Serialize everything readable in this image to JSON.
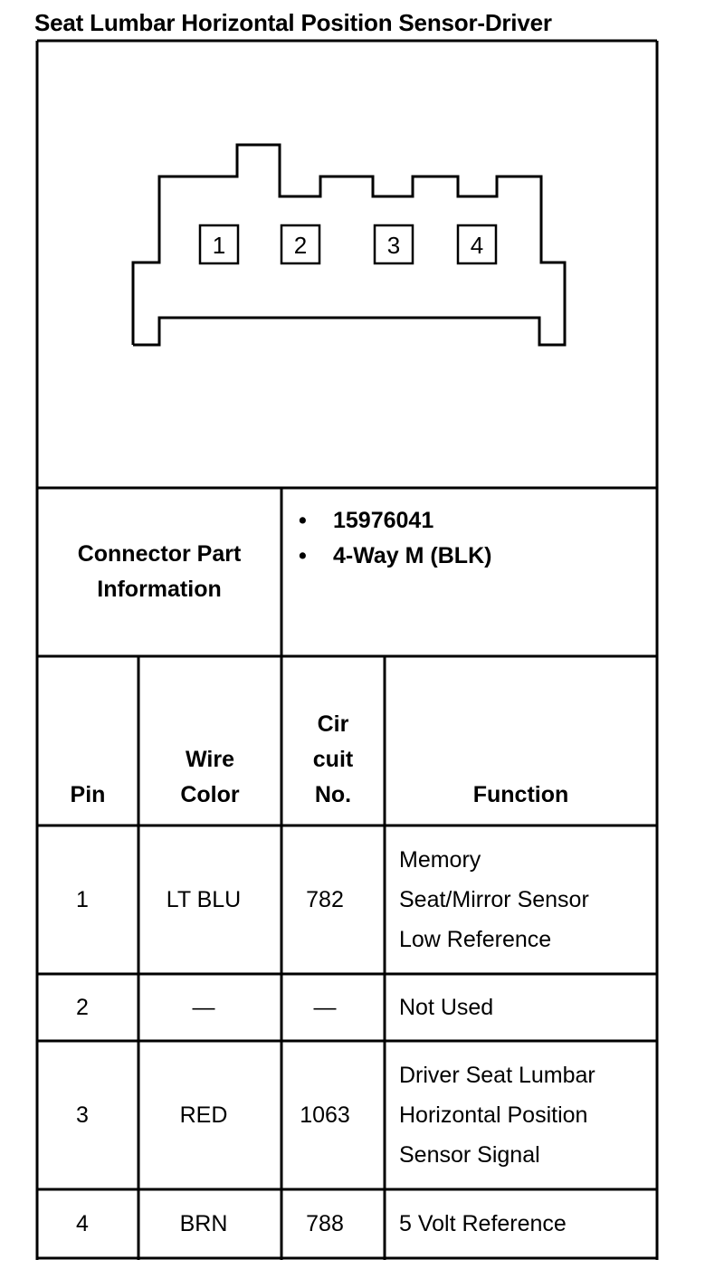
{
  "title": "Seat Lumbar Horizontal Position Sensor-Driver",
  "connector_diagram": {
    "pin_labels": [
      "1",
      "2",
      "3",
      "4"
    ]
  },
  "connector_part_info": {
    "label_line1": "Connector Part",
    "label_line2": "Information",
    "items": [
      "15976041",
      "4-Way M (BLK)"
    ],
    "bullet": "•"
  },
  "table": {
    "headers": {
      "pin": "Pin",
      "wire_color": [
        "Wire",
        "Color"
      ],
      "circuit": [
        "Cir",
        "cuit",
        "No."
      ],
      "function": "Function"
    },
    "rows": [
      {
        "pin": "1",
        "wire_color": "LT BLU",
        "circuit": "782",
        "function": [
          "Memory",
          "Seat/Mirror Sensor",
          "Low Reference"
        ]
      },
      {
        "pin": "2",
        "wire_color": "—",
        "circuit": "—",
        "function": [
          "Not Used"
        ]
      },
      {
        "pin": "3",
        "wire_color": "RED",
        "circuit": "1063",
        "function": [
          "Driver Seat Lumbar",
          "Horizontal Position",
          "Sensor Signal"
        ]
      },
      {
        "pin": "4",
        "wire_color": "BRN",
        "circuit": "788",
        "function": [
          "5 Volt Reference"
        ]
      }
    ]
  }
}
